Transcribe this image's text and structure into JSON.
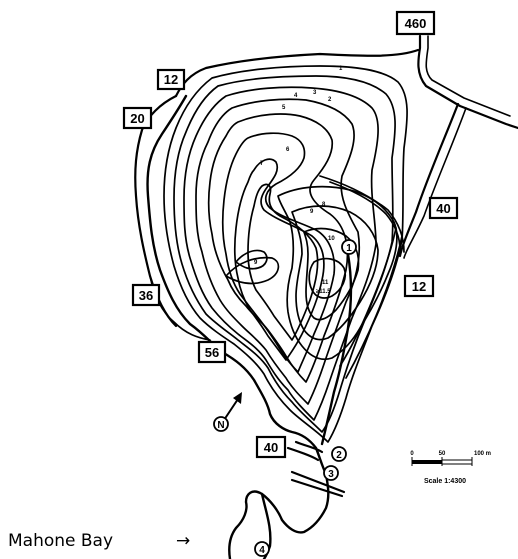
{
  "route_signs": [
    "460",
    "12",
    "20",
    "40",
    "12",
    "36",
    "56",
    "40"
  ],
  "contour_labels": [
    "1",
    "2",
    "3",
    "4",
    "5",
    "6",
    "7",
    "8",
    "9",
    "10",
    "11",
    "9"
  ],
  "summit_elevation": "≥11.5",
  "site_markers": [
    "1",
    "2",
    "3",
    "4"
  ],
  "north_arrow": {
    "label": "N"
  },
  "scale_bar": {
    "ticks": [
      "0",
      "50",
      "100 m"
    ],
    "caption": "Scale 1:4300"
  },
  "bay_label": "Mahone Bay",
  "bay_arrow": "→"
}
